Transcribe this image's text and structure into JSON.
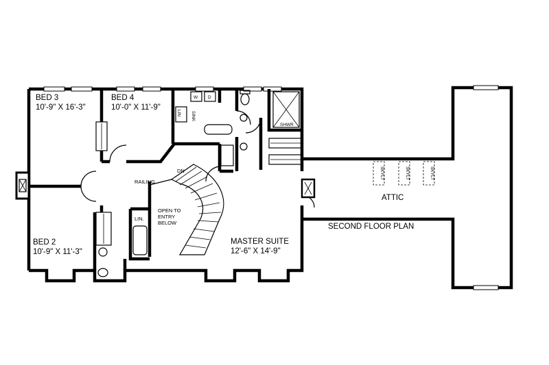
{
  "plan_title": "SECOND FLOOR PLAN",
  "rooms": {
    "bed3": {
      "name": "BED 3",
      "size": "10'-9\" X 16'-3\""
    },
    "bed4": {
      "name": "BED 4",
      "size": "10'-0\" X 11'-9\""
    },
    "bed2": {
      "name": "BED 2",
      "size": "10'-9\" X 11'-3\""
    },
    "master": {
      "name": "MASTER SUITE",
      "size": "12'-6\" X 14'-9\""
    },
    "attic": {
      "name": "ATTIC"
    }
  },
  "labels": {
    "railing": "RAILING",
    "dn": "DN",
    "open_to_entry": [
      "OPEN TO",
      "ENTRY",
      "BELOW"
    ],
    "lin": "LIN.",
    "sink": "SINK",
    "shwr": "SHWR",
    "dryer": "D",
    "washer": "W",
    "lin_small": "LIN",
    "skylights": [
      "SKYLT",
      "SKYLT",
      "SKYLT"
    ]
  }
}
